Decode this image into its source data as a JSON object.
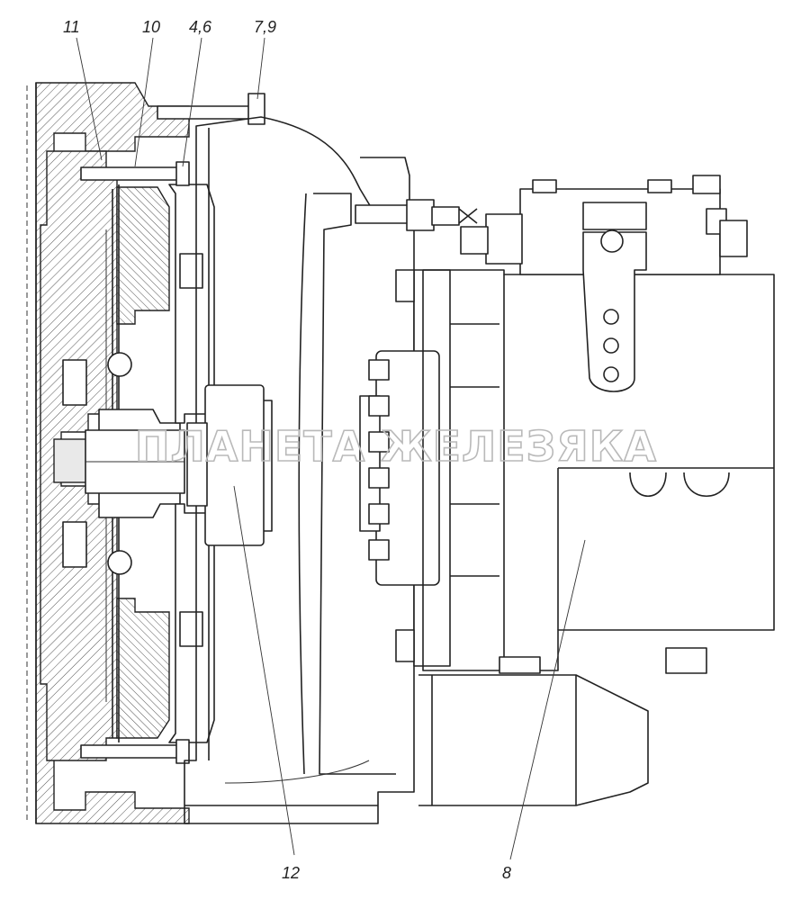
{
  "labels": {
    "callout_11": "11",
    "callout_10": "10",
    "callout_4_6": "4,6",
    "callout_7_9": "7,9",
    "callout_12": "12",
    "callout_8": "8"
  },
  "watermark": {
    "text": "ПЛАНЕТА ЖЕЛЕЗЯКА"
  },
  "colors": {
    "line": "#222222",
    "watermark": "#b9b9b9",
    "background": "#ffffff"
  }
}
